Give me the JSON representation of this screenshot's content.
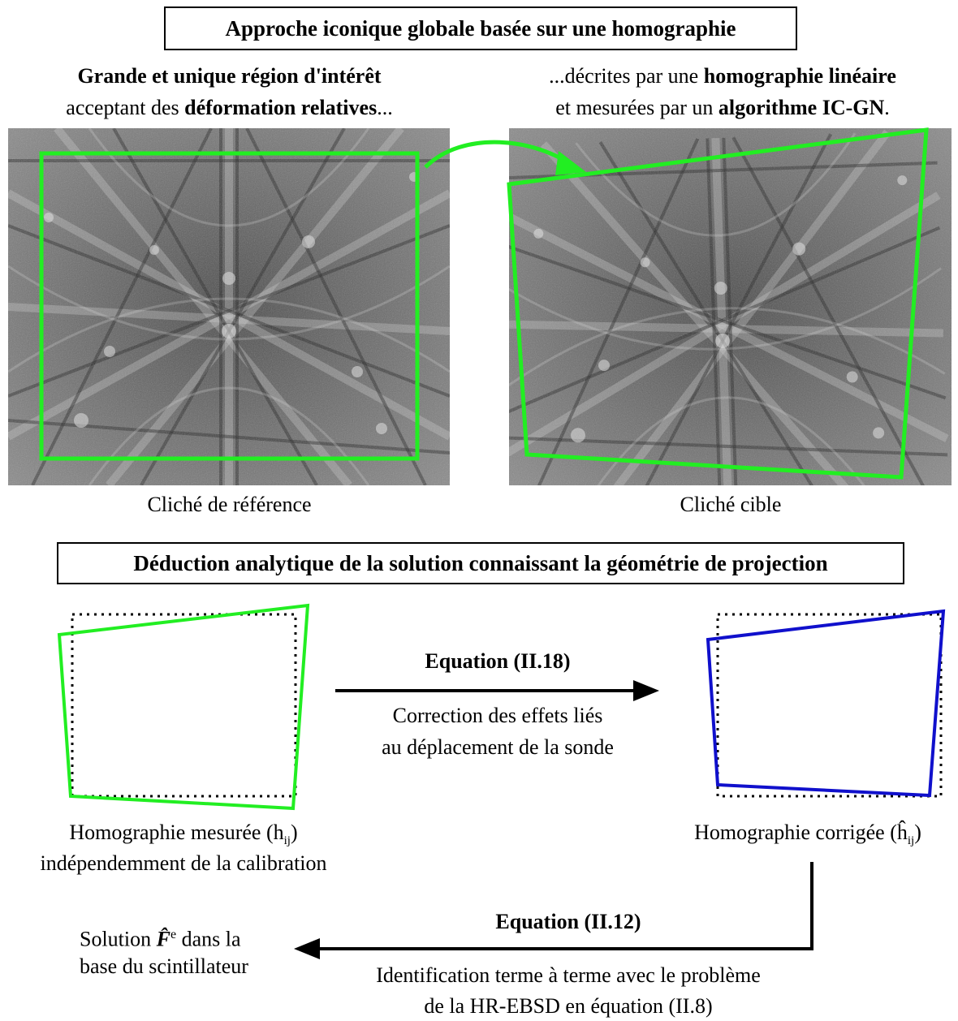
{
  "top": {
    "title": "Approche iconique globale basée sur une homographie",
    "left_caption_line1": "Grande et unique région d'intérêt",
    "left_caption_line2_a": "acceptant des ",
    "left_caption_line2_b": "déformation relatives",
    "left_caption_line2_c": "...",
    "right_caption_line1_a": "...décrites par une ",
    "right_caption_line1_b": "homographie linéaire",
    "right_caption_line2_a": "et mesurées par un ",
    "right_caption_line2_b": "algorithme IC-GN",
    "right_caption_line2_c": ".",
    "reference_label": "Cliché de référence",
    "target_label": "Cliché cible"
  },
  "bottom": {
    "title": "Déduction analytique de la solution connaissant la géométrie de projection",
    "measured_label_line1": "Homographie mesurée (h",
    "measured_label_sub": "ij",
    "measured_label_close": ")",
    "measured_label_line2": "indépendemment de la calibration",
    "corrected_label": "Homographie corrigée (",
    "corrected_symbol": "ĥ",
    "corrected_sub": "ij",
    "corrected_close": ")",
    "eq1_title": "Equation (II.18)",
    "eq1_desc_line1": "Correction des effets liés",
    "eq1_desc_line2": "au déplacement de la sonde",
    "eq2_title": "Equation (II.12)",
    "eq2_desc_line1": "Identification terme à terme avec le problème",
    "eq2_desc_line2": "de la HR-EBSD en équation (II.8)",
    "solution_prefix": "Solution ",
    "solution_symbol": "F̂",
    "solution_sup": "e",
    "solution_suffix": " dans la",
    "solution_line2": "base du scintillateur"
  },
  "colors": {
    "roi_green": "#22ee22",
    "corrected_blue": "#1010cc",
    "border": "#000000"
  }
}
